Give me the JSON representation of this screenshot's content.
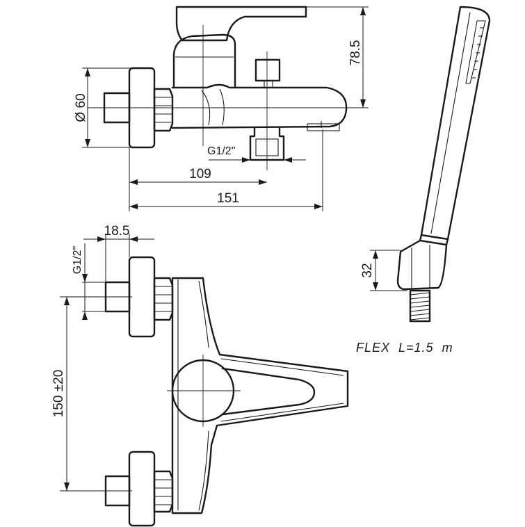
{
  "dimensions": {
    "height_top": "78.5",
    "diameter": "Ø 60",
    "thread_top": "G1/2\"",
    "length_inner": "109",
    "length_total": "151",
    "offset_width": "18.5",
    "thread_side": "G1/2\"",
    "center_distance": "150 ±20",
    "holder_height": "32"
  },
  "notes": {
    "hose": "FLEX  L=1.5  m"
  }
}
